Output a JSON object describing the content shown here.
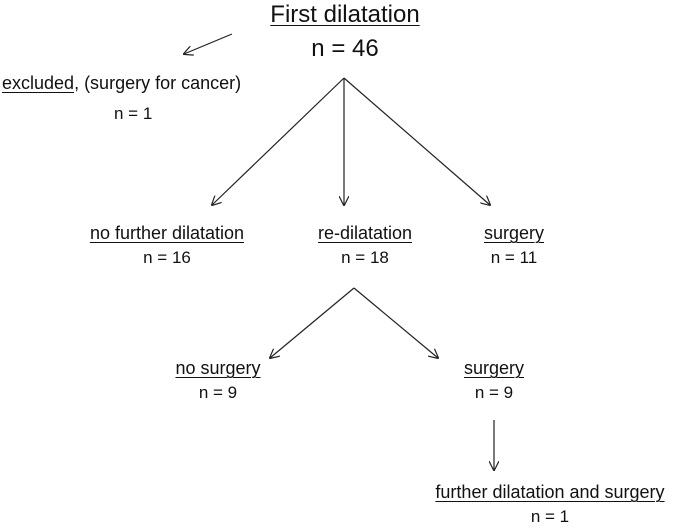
{
  "root": {
    "title": "First dilatation",
    "count": "n = 46"
  },
  "excluded": {
    "label": "excluded",
    "detail": ", (surgery for cancer)",
    "count": "n = 1"
  },
  "level1": [
    {
      "label": "no further dilatation",
      "count": "n = 16"
    },
    {
      "label": "re-dilatation",
      "count": "n = 18"
    },
    {
      "label": "surgery",
      "count": "n = 11"
    }
  ],
  "level2": [
    {
      "label": "no surgery",
      "count": "n = 9"
    },
    {
      "label": "surgery",
      "count": "n = 9"
    }
  ],
  "final": {
    "label": "further dilatation and surgery",
    "count": "n = 1"
  },
  "colors": {
    "text": "#111111",
    "line": "#222222",
    "background": "#ffffff"
  }
}
